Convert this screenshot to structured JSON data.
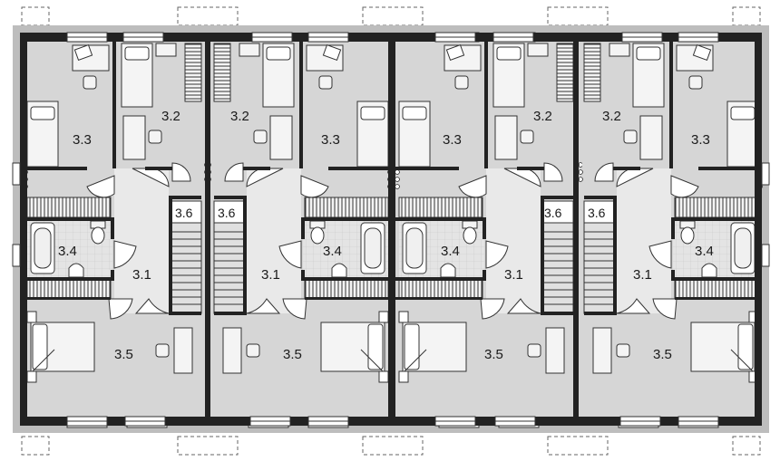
{
  "plan": {
    "room_labels": {
      "r33": "3.3",
      "r32": "3.2",
      "r31": "3.1",
      "r34": "3.4",
      "r35": "3.5",
      "r36": "3.6"
    },
    "colors": {
      "wall": "#222222",
      "room_fill": "#d4d4d4",
      "hall_fill": "#e6e6e6",
      "bath_fill": "#e2e2e2",
      "furniture": "#f2f2f2",
      "line": "#444444"
    },
    "units": 4
  }
}
